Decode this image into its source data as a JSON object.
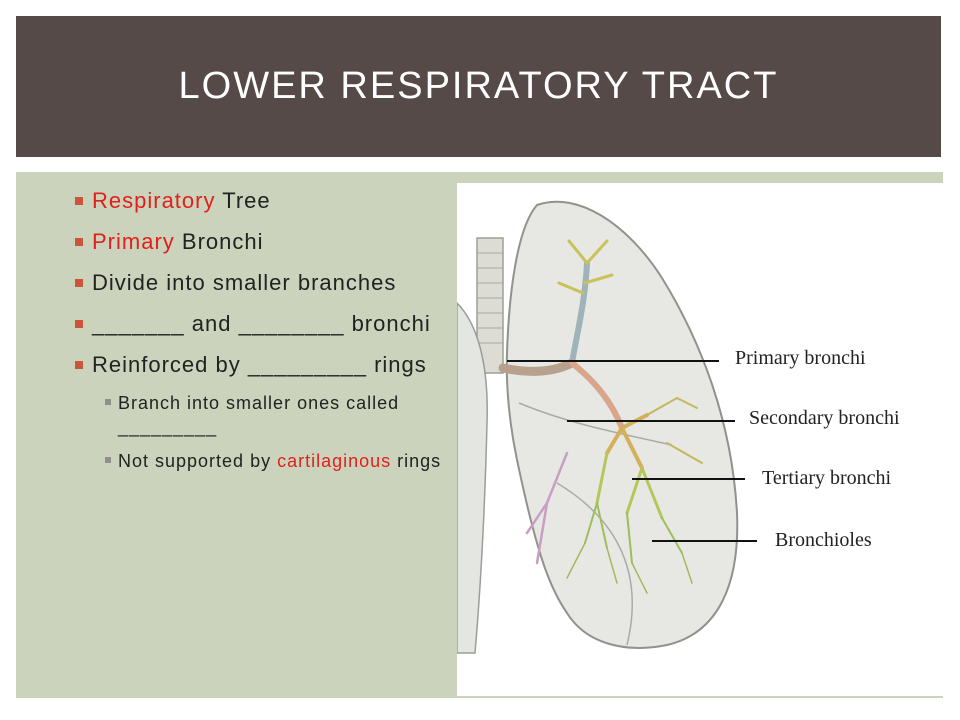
{
  "title": "LOWER RESPIRATORY TRACT",
  "bullets": [
    {
      "red": "Respiratory",
      "text": " Tree"
    },
    {
      "red": "Primary",
      "text": " Bronchi"
    },
    {
      "red": "",
      "text": "Divide into smaller branches"
    },
    {
      "red": "",
      "text": "_______ and ________ bronchi"
    },
    {
      "red": "",
      "text": "Reinforced by _________ rings"
    }
  ],
  "sub_bullets": [
    {
      "before": "Branch into smaller ones called _________",
      "red": "",
      "after": ""
    },
    {
      "before": "Not supported by ",
      "red": "cartilaginous",
      "after": " rings"
    }
  ],
  "diagram_labels": {
    "primary": "Primary bronchi",
    "secondary": "Secondary bronchi",
    "tertiary": "Tertiary bronchi",
    "bronchioles": "Bronchioles"
  },
  "colors": {
    "title_bg": "#554a47",
    "panel_bg": "#ccd3bc",
    "accent_red": "#e0201b",
    "bullet_marker": "#c9563c"
  }
}
